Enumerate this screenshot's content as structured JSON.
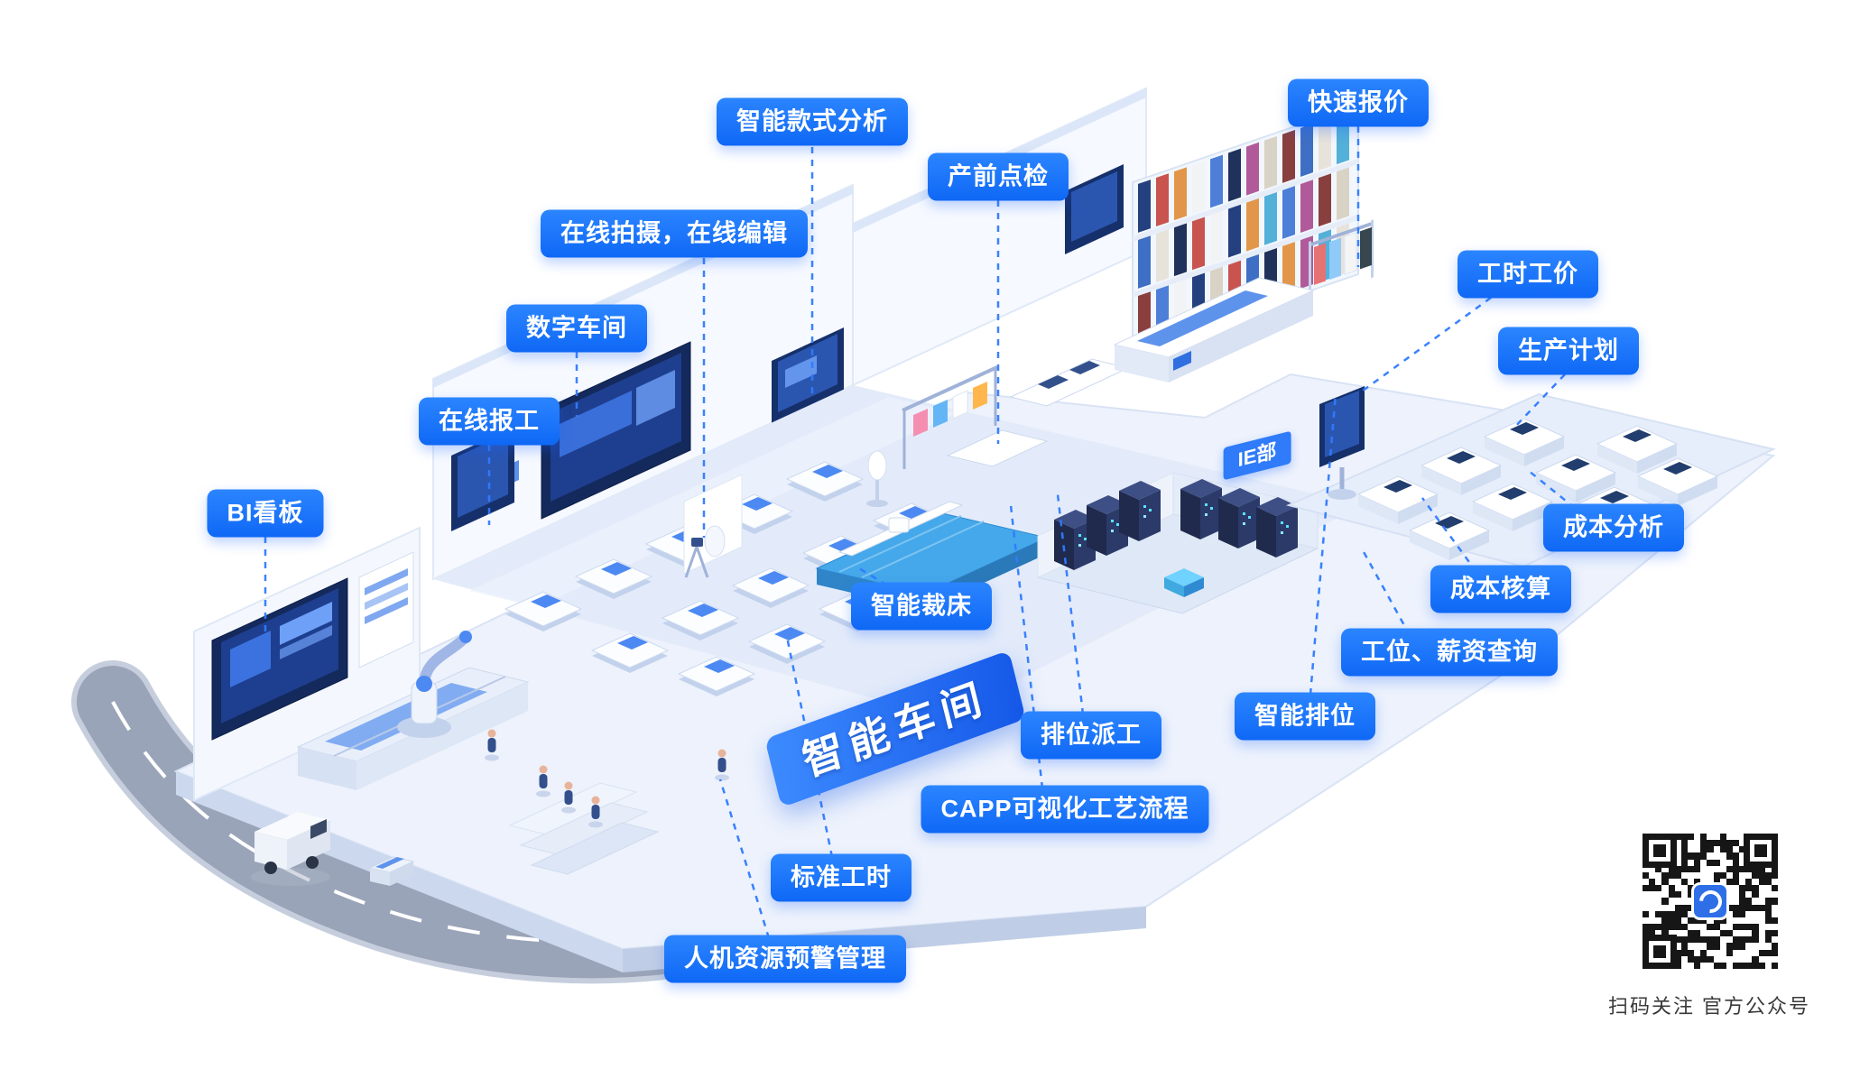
{
  "labels": [
    {
      "id": "smart-style-analysis",
      "text": "智能款式分析"
    },
    {
      "id": "quick-quote",
      "text": "快速报价"
    },
    {
      "id": "pre-production-check",
      "text": "产前点检"
    },
    {
      "id": "online-shoot-edit",
      "text": "在线拍摄，在线编辑"
    },
    {
      "id": "labor-hour-price",
      "text": "工时工价"
    },
    {
      "id": "digital-workshop",
      "text": "数字车间"
    },
    {
      "id": "production-plan",
      "text": "生产计划"
    },
    {
      "id": "online-work-report",
      "text": "在线报工"
    },
    {
      "id": "bi-dashboard",
      "text": "BI看板"
    },
    {
      "id": "cost-analysis",
      "text": "成本分析"
    },
    {
      "id": "smart-cutting-bed",
      "text": "智能裁床"
    },
    {
      "id": "cost-accounting",
      "text": "成本核算"
    },
    {
      "id": "station-salary-query",
      "text": "工位、薪资查询"
    },
    {
      "id": "seat-dispatch",
      "text": "排位派工"
    },
    {
      "id": "smart-seating",
      "text": "智能排位"
    },
    {
      "id": "capp-visual-process",
      "text": "CAPP可视化工艺流程"
    },
    {
      "id": "standard-hours",
      "text": "标准工时"
    },
    {
      "id": "man-machine-warning",
      "text": "人机资源预警管理"
    }
  ],
  "banner": {
    "text": "智能车间"
  },
  "scene": {
    "ie_sign": "IE部"
  },
  "qr": {
    "caption": "扫码关注 官方公众号"
  },
  "colors": {
    "label_blue": "#1677ff",
    "line_blue": "#2f7bff",
    "banner_blue": "#1558e8"
  }
}
